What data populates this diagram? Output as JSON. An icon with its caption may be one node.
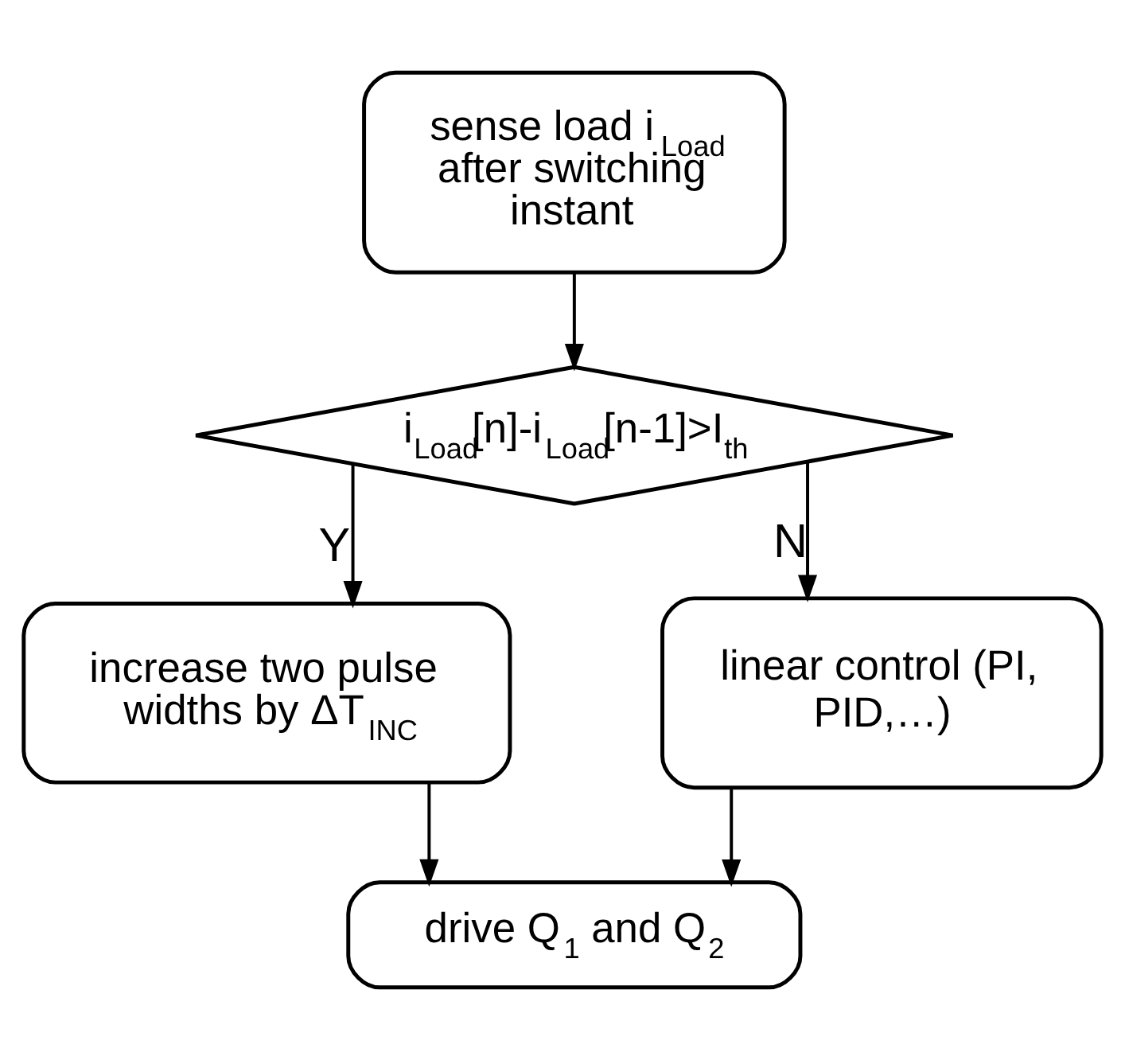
{
  "diagram": {
    "nodes": [
      {
        "text": [
          "sense load i$_{Load}$ after switching instant"
        ]
      },
      {
        "text": [
          "i$_{Load}$[n]-i$_{Load}$[n-1]>I$_{th}$"
        ]
      },
      {
        "text": [
          "increase two pulse widths by ΔT$_{INC}$"
        ]
      },
      {
        "text": [
          "linear control (PI, PID,…)"
        ]
      },
      {
        "text": [
          "drive Q$_{1}$ and Q$_{2}$"
        ]
      }
    ],
    "edges": [
      {
        "from": 0,
        "to": 1,
        "arrow": "to"
      },
      {
        "from": 1,
        "to": 2,
        "arrow": "to",
        "label": "Y"
      },
      {
        "from": 1,
        "to": 3,
        "arrow": "to",
        "label": "N"
      },
      {
        "from": 2,
        "to": 4,
        "arrow": "to"
      },
      {
        "from": 3,
        "to": 4,
        "arrow": "to"
      }
    ]
  }
}
